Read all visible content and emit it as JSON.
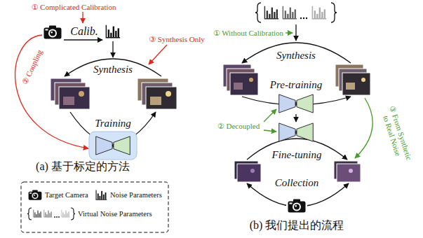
{
  "diagram": {
    "labels": [
      "① Complicated Calibration",
      "Calib.",
      "② Coupling",
      "③ Synthesis Only",
      "Synthesis",
      "Training",
      "(a) 基于标定的方法",
      "① Without Calibration",
      "Synthesis",
      "Pre-training",
      "② Decoupled",
      "③ From Synthetic to Real Noise",
      "Fine-tuning",
      "Collection",
      "(b) 我们提出的流程"
    ],
    "legend": [
      {
        "text": "Target Camera"
      },
      {
        "text": "Noise Parameters"
      },
      {
        "text": "Virtual Noise Parameters"
      }
    ]
  }
}
